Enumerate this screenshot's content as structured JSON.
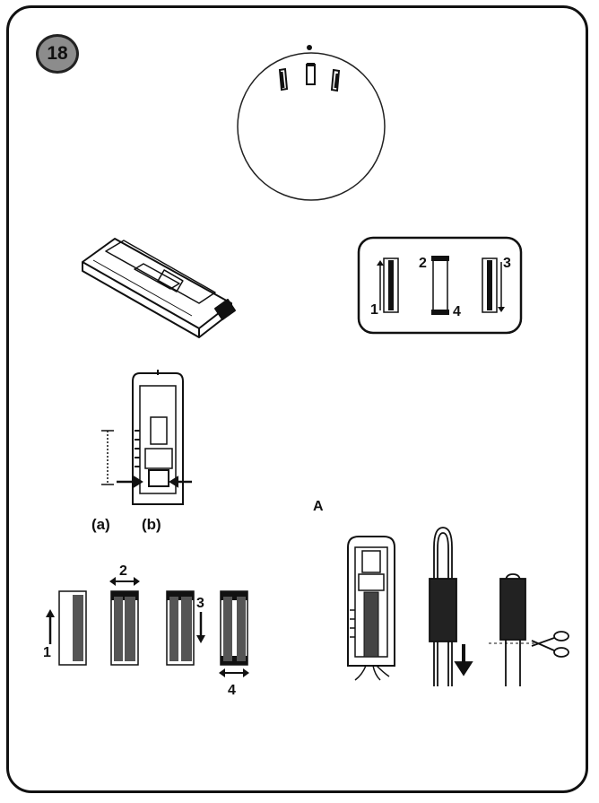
{
  "step_number": "18",
  "stitch_labels": {
    "n1": "1",
    "n2": "2",
    "n3": "3",
    "n4": "4"
  },
  "marker_labels": {
    "a": "(a)",
    "b": "(b)"
  },
  "section_label": "A",
  "colors": {
    "ink": "#111111",
    "badge": "#8c8c8c",
    "background": "#ffffff"
  }
}
